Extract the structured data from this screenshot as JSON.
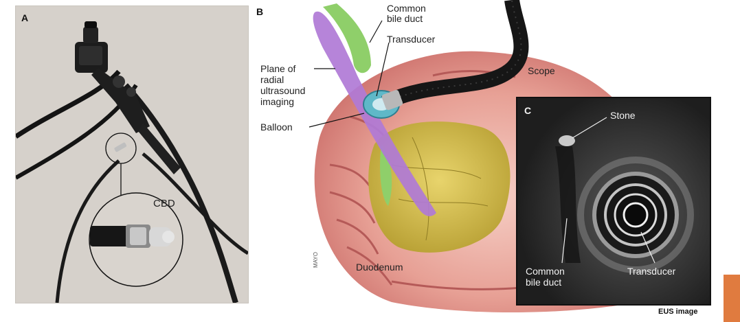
{
  "panel_a": {
    "letter": "A",
    "cbd_label": "CBD"
  },
  "panel_b": {
    "letter": "B",
    "labels": {
      "common_bile_duct": "Common\nbile duct",
      "transducer": "Transducer",
      "scope": "Scope",
      "plane": "Plane of\nradial\nultrasound\nimaging",
      "balloon": "Balloon",
      "duodenum": "Duodenum"
    }
  },
  "panel_c": {
    "letter": "C",
    "labels": {
      "stone": "Stone",
      "common_bile_duct": "Common\nbile duct",
      "transducer": "Transducer"
    }
  },
  "caption": "EUS image",
  "colors": {
    "accent": "#e07b3f",
    "duodenum": "#e9a8a0",
    "plane": "#b07ad6",
    "duct": "#8fcf6a"
  }
}
